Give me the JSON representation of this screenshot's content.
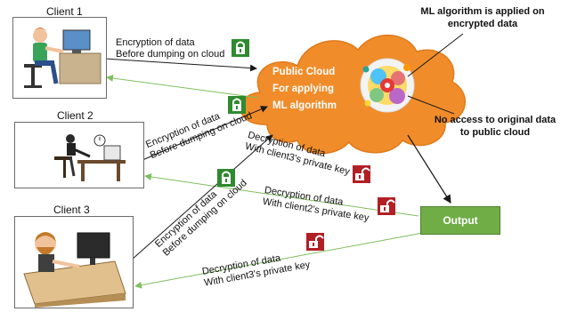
{
  "clients": [
    {
      "label": "Client 1"
    },
    {
      "label": "Client 2"
    },
    {
      "label": "Client 3"
    }
  ],
  "cloud": {
    "line1": "Public Cloud",
    "line2": "For applying",
    "line3": "ML algorithm",
    "fill_color": "#f08c2a"
  },
  "annotations": {
    "ml_applied": [
      "ML algorithm is applied on",
      "encrypted data"
    ],
    "no_access": [
      "No access to original data",
      "to public cloud"
    ]
  },
  "output": {
    "label": "Output",
    "color": "#70ad47"
  },
  "flows": {
    "c1_enc": [
      "Encryption of data",
      "Before dumping on cloud"
    ],
    "c2_enc": [
      "Encryption of data",
      "Before dumping on cloud"
    ],
    "c3_enc": [
      "Encryption of data",
      "Before dumping on cloud"
    ],
    "dec_c3_upper": [
      "Decryption of data",
      "With client3's private key"
    ],
    "dec_c2": [
      "Decryption of data",
      "With client2's private key"
    ],
    "dec_c3_lower": [
      "Decryption of data",
      "With client3's private key"
    ]
  },
  "colors": {
    "lock_green": "#2e8b2e",
    "lock_red": "#b21f24",
    "arrow_black": "#1a1a1a",
    "arrow_green": "#7fbf5f"
  },
  "icons": [
    "locked-padlock-icon",
    "unlocked-padlock-icon"
  ]
}
